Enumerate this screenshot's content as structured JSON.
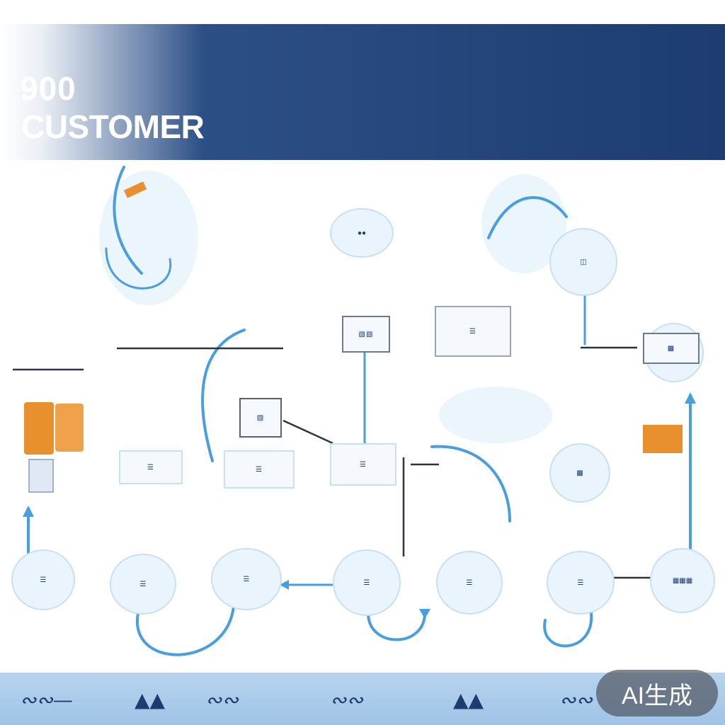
{
  "header": {
    "line1": "900",
    "line1_cjk": "",
    "line2": "CUSTOMER"
  },
  "badge": {
    "text": "AI生成"
  },
  "colors": {
    "header_dark": "#1d3c70",
    "accent_blue": "#4a9ee0",
    "light_blue": "#cfe6f8",
    "orange": "#e8902e"
  },
  "diagram": {
    "node_icons": [
      "document-icon",
      "laptop-icon",
      "monitor-icon",
      "package-icon",
      "calendar-icon",
      "chart-icon"
    ]
  }
}
